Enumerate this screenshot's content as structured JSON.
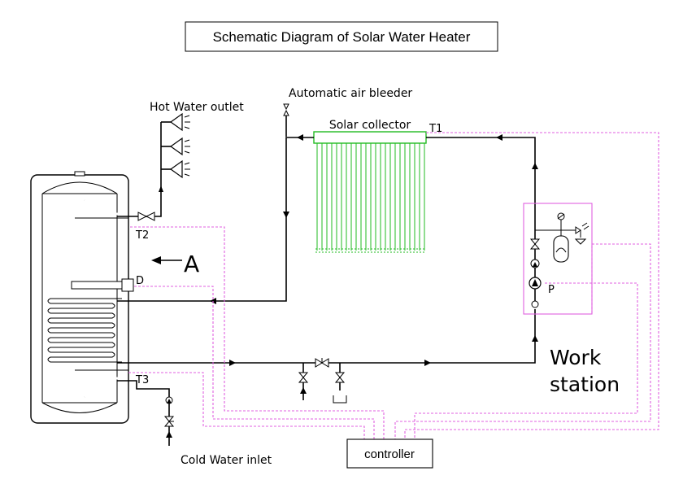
{
  "title": "Schematic Diagram of Solar Water Heater",
  "labels": {
    "hot_water_outlet": "Hot Water outlet",
    "air_bleeder": "Automatic air bleeder",
    "solar_collector": "Solar collector",
    "t1": "T1",
    "t2": "T2",
    "t3": "T3",
    "d": "D",
    "p": "P",
    "arrow_a": "A",
    "work": "Work",
    "station": "station",
    "controller": "controller",
    "cold_water_inlet": "Cold Water inlet"
  },
  "colors": {
    "pipe": "#000000",
    "sensor_wire": "#e060e0",
    "collector": "#22bb22"
  }
}
